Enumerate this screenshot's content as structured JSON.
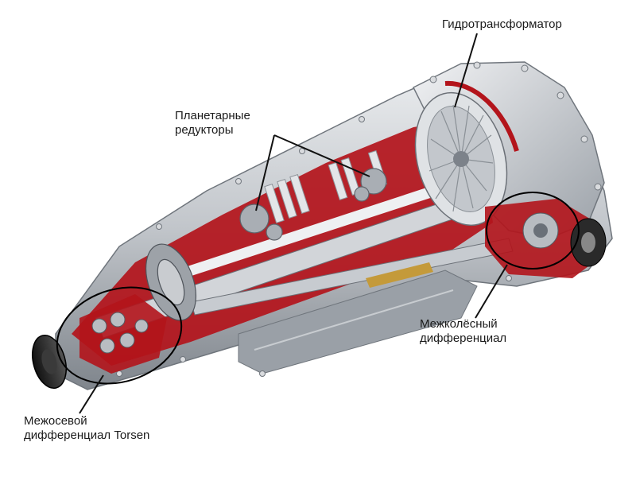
{
  "labels": {
    "torque_converter": "Гидротрансформатор",
    "planetary_line1": "Планетарные",
    "planetary_line2": "редукторы",
    "rear_diff_line1": "Межколёсный",
    "rear_diff_line2": "дифференциал",
    "center_diff_line1": "Межосевой",
    "center_diff_line2": "дифференциал Torsen"
  },
  "colors": {
    "background": "#ffffff",
    "housing": "#c9ccd0",
    "housing_dark": "#8e9399",
    "cutaway_red": "#b3141b",
    "label_text": "#1b1b1b",
    "leader_line": "#111111"
  }
}
